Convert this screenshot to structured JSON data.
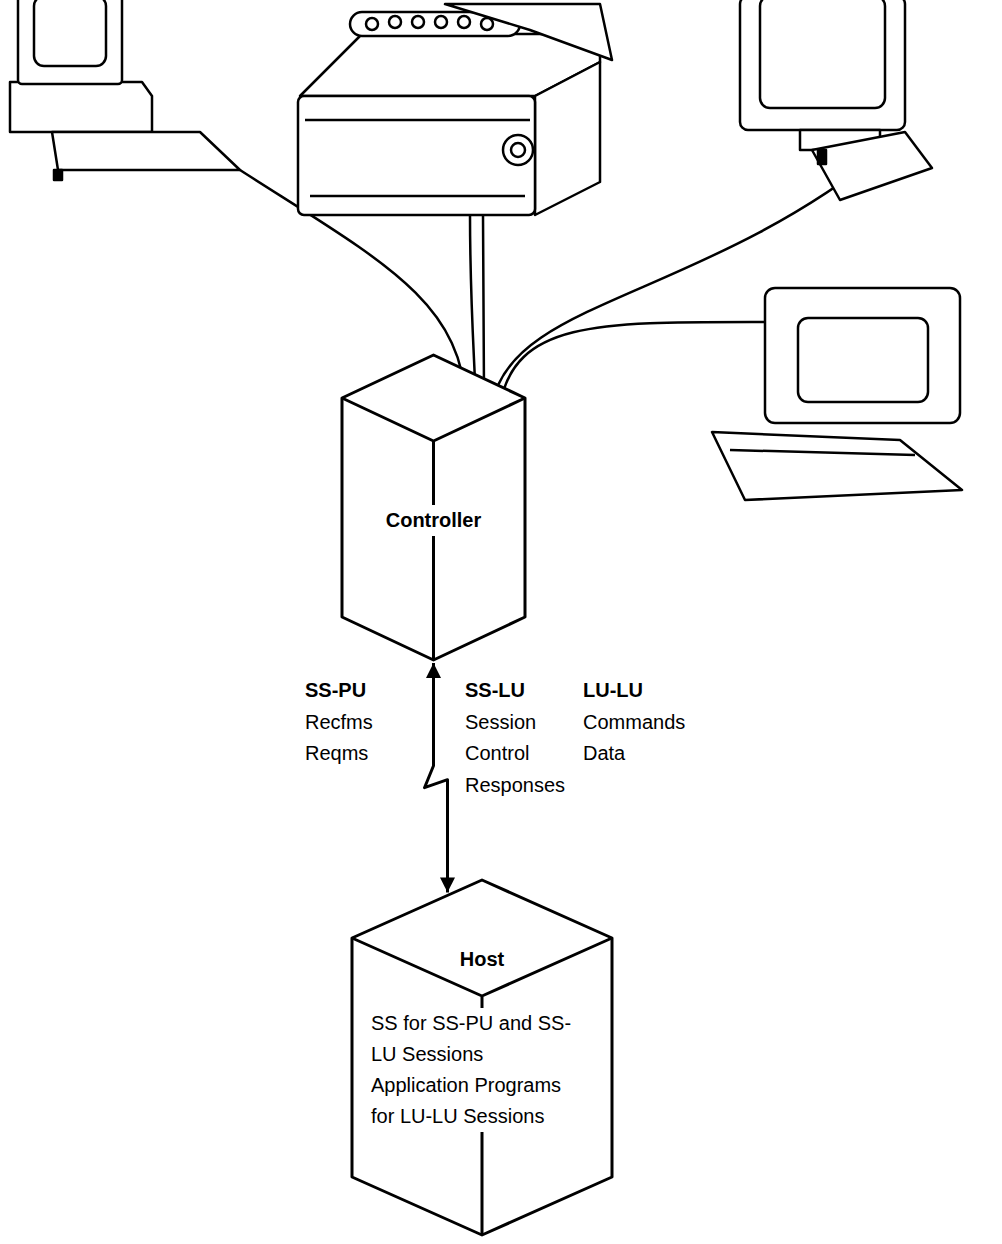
{
  "diagram": {
    "nodes": [
      {
        "text": [
          "Controller"
        ]
      },
      {
        "text": [
          "Host",
          "SS for SS-PU and SS-LU Sessions",
          "Application Programs for LU-LU Sessions"
        ]
      }
    ],
    "edges": [
      {
        "from": 0,
        "to": 1,
        "arrow": "both"
      }
    ],
    "labels": [
      "SS-PU",
      "Recfms",
      "Reqms",
      "SS-LU",
      "Session",
      "Control",
      "Responses",
      "LU-LU",
      "Commands",
      "Data"
    ]
  }
}
